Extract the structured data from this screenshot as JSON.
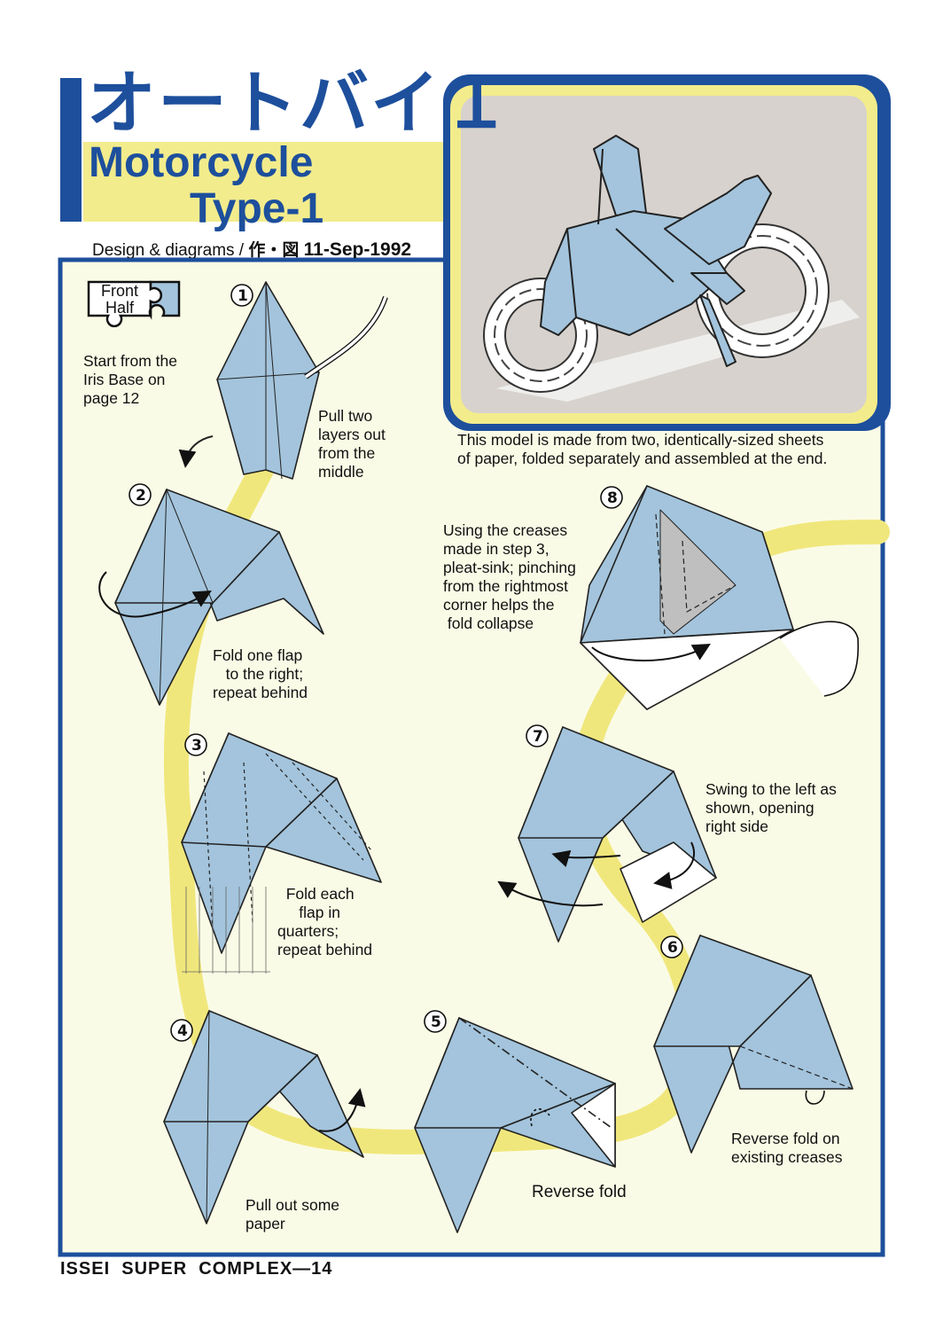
{
  "header": {
    "title_jp": "オートバイ１",
    "title_en_line1": "Motorcycle",
    "title_en_line2": "Type-1",
    "credit_prefix": "Design & diagrams /",
    "credit_jp": "作・図",
    "credit_date": "11-Sep-1992"
  },
  "colors": {
    "brand_blue": "#1d4f9c",
    "accent_yellow": "#f3ec8c",
    "panel_bg": "#fafbe6",
    "paper_blue": "#a3c4dc"
  },
  "badge": {
    "label": "Front\nHalf"
  },
  "intro_text": "Start from the\nIris Base on\npage 12",
  "model_note": "This model is made from two, identically-sized sheets\nof paper, folded separately and assembled at the end.",
  "steps": [
    {
      "number": "①",
      "instruction": "Pull two\nlayers out\nfrom the\nmiddle"
    },
    {
      "number": "②",
      "instruction": "Fold one flap\n   to the right;\nrepeat behind"
    },
    {
      "number": "③",
      "instruction": "  Fold each\n     flap in\nquarters;\nrepeat behind"
    },
    {
      "number": "④",
      "instruction": "Pull out some\npaper"
    },
    {
      "number": "⑤",
      "instruction": "Reverse fold"
    },
    {
      "number": "⑥",
      "instruction": "Reverse fold on\nexisting creases"
    },
    {
      "number": "⑦",
      "instruction": "Swing to the left as\nshown, opening\nright side"
    },
    {
      "number": "⑧",
      "instruction": "Using the creases\nmade in step 3,\npleat-sink; pinching\nfrom the rightmost\ncorner helps the\n fold collapse"
    }
  ],
  "footer": "ISSEI  SUPER  COMPLEX—14"
}
